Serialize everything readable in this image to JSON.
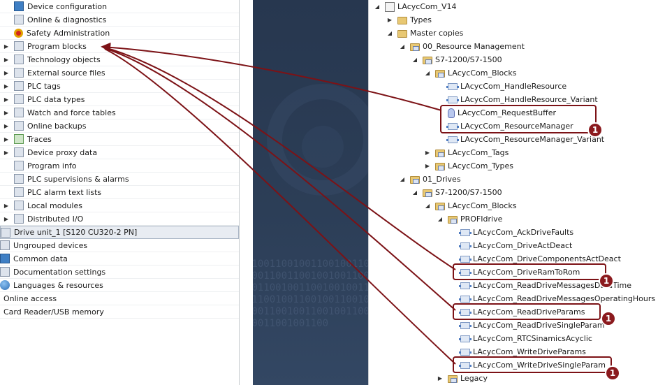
{
  "left_tree": {
    "items": [
      {
        "label": "Device configuration",
        "icon": "device-config-icon",
        "expander": false,
        "selected": false
      },
      {
        "label": "Online & diagnostics",
        "icon": "online-diagnostics-icon",
        "expander": false,
        "selected": false
      },
      {
        "label": "Safety Administration",
        "icon": "safety-icon",
        "expander": false,
        "selected": false
      },
      {
        "label": "Program blocks",
        "icon": "program-blocks-icon",
        "expander": true,
        "selected": false
      },
      {
        "label": "Technology objects",
        "icon": "technology-objects-icon",
        "expander": true,
        "selected": false
      },
      {
        "label": "External source files",
        "icon": "external-source-icon",
        "expander": true,
        "selected": false
      },
      {
        "label": "PLC tags",
        "icon": "plc-tags-icon",
        "expander": true,
        "selected": false
      },
      {
        "label": "PLC data types",
        "icon": "plc-data-types-icon",
        "expander": true,
        "selected": false
      },
      {
        "label": "Watch and force tables",
        "icon": "watch-tables-icon",
        "expander": true,
        "selected": false
      },
      {
        "label": "Online backups",
        "icon": "online-backups-icon",
        "expander": true,
        "selected": false
      },
      {
        "label": "Traces",
        "icon": "traces-icon",
        "expander": true,
        "selected": false
      },
      {
        "label": "Device proxy data",
        "icon": "proxy-data-icon",
        "expander": true,
        "selected": false
      },
      {
        "label": "Program info",
        "icon": "program-info-icon",
        "expander": false,
        "selected": false
      },
      {
        "label": "PLC supervisions & alarms",
        "icon": "supervisions-icon",
        "expander": false,
        "selected": false
      },
      {
        "label": "PLC alarm text lists",
        "icon": "alarm-text-icon",
        "expander": false,
        "selected": false
      },
      {
        "label": "Local modules",
        "icon": "local-modules-icon",
        "expander": true,
        "selected": false
      },
      {
        "label": "Distributed I/O",
        "icon": "distributed-io-icon",
        "expander": true,
        "selected": false
      },
      {
        "label": "Drive unit_1 [S120 CU320-2 PN]",
        "icon": "drive-unit-icon",
        "expander": true,
        "selected": true
      },
      {
        "label": "Ungrouped devices",
        "icon": "ungrouped-devices-icon",
        "expander": true,
        "selected": false
      },
      {
        "label": "Common data",
        "icon": "common-data-icon",
        "expander": true,
        "selected": false
      },
      {
        "label": "Documentation settings",
        "icon": "documentation-icon",
        "expander": true,
        "selected": false
      },
      {
        "label": "Languages & resources",
        "icon": "languages-icon",
        "expander": true,
        "selected": false
      },
      {
        "label": "Online access",
        "icon": "",
        "expander": true,
        "selected": false
      },
      {
        "label": "Card Reader/USB memory",
        "icon": "",
        "expander": true,
        "selected": false
      }
    ]
  },
  "right_tree": {
    "items": [
      {
        "label": "LAcycCom_V14",
        "icon": "library-book-icon",
        "expander": "expanded"
      },
      {
        "label": "Types",
        "icon": "types-folder-icon",
        "expander": "collapsed"
      },
      {
        "label": "Master copies",
        "icon": "master-copies-folder-icon",
        "expander": "expanded"
      },
      {
        "label": "00_Resource Management",
        "icon": "folder-icon",
        "expander": "expanded"
      },
      {
        "label": "S7-1200/S7-1500",
        "icon": "folder-icon",
        "expander": "expanded"
      },
      {
        "label": "LAcycCom_Blocks",
        "icon": "folder-icon",
        "expander": "expanded"
      },
      {
        "label": "LAcycCom_HandleResource",
        "icon": "function-block-icon",
        "expander": "none"
      },
      {
        "label": "LAcycCom_HandleResource_Variant",
        "icon": "function-block-icon",
        "expander": "none"
      },
      {
        "label": "LAcycCom_RequestBuffer",
        "icon": "data-block-icon",
        "expander": "none"
      },
      {
        "label": "LAcycCom_ResourceManager",
        "icon": "function-block-icon",
        "expander": "none"
      },
      {
        "label": "LAcycCom_ResourceManager_Variant",
        "icon": "function-block-icon",
        "expander": "none"
      },
      {
        "label": "LAcycCom_Tags",
        "icon": "folder-icon",
        "expander": "collapsed"
      },
      {
        "label": "LAcycCom_Types",
        "icon": "folder-icon",
        "expander": "collapsed"
      },
      {
        "label": "01_Drives",
        "icon": "folder-icon",
        "expander": "expanded"
      },
      {
        "label": "S7-1200/S7-1500",
        "icon": "folder-icon",
        "expander": "expanded"
      },
      {
        "label": "LAcycCom_Blocks",
        "icon": "folder-icon",
        "expander": "expanded"
      },
      {
        "label": "PROFIdrive",
        "icon": "folder-icon",
        "expander": "expanded"
      },
      {
        "label": "LAcycCom_AckDriveFaults",
        "icon": "function-block-icon",
        "expander": "none"
      },
      {
        "label": "LAcycCom_DriveActDeact",
        "icon": "function-block-icon",
        "expander": "none"
      },
      {
        "label": "LAcycCom_DriveComponentsActDeact",
        "icon": "function-block-icon",
        "expander": "none"
      },
      {
        "label": "LAcycCom_DriveRamToRom",
        "icon": "function-block-icon",
        "expander": "none"
      },
      {
        "label": "LAcycCom_ReadDriveMessagesDataTime",
        "icon": "function-block-icon",
        "expander": "none"
      },
      {
        "label": "LAcycCom_ReadDriveMessagesOperatingHours",
        "icon": "function-block-icon",
        "expander": "none"
      },
      {
        "label": "LAcycCom_ReadDriveParams",
        "icon": "function-block-icon",
        "expander": "none"
      },
      {
        "label": "LAcycCom_ReadDriveSingleParam",
        "icon": "function-block-icon",
        "expander": "none"
      },
      {
        "label": "LAcycCom_RTCSinamicsAcyclic",
        "icon": "function-block-icon",
        "expander": "none"
      },
      {
        "label": "LAcycCom_WriteDriveParams",
        "icon": "function-block-icon",
        "expander": "none"
      },
      {
        "label": "LAcycCom_WriteDriveSingleParam",
        "icon": "function-block-icon",
        "expander": "none"
      },
      {
        "label": "Legacy",
        "icon": "folder-icon",
        "expander": "collapsed"
      }
    ]
  },
  "callouts": {
    "badge_label": "1",
    "color": "#7c1216"
  },
  "background_binary": "0100110010011001001100100110011001001001100100110010011001001001100110010011001001100100100110010011001001100110011001001100"
}
